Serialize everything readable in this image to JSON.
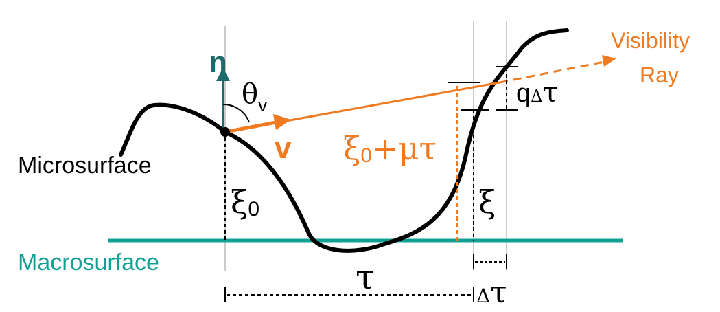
{
  "labels": {
    "normal": "n",
    "theta_sym": "θ",
    "theta_sub": "v",
    "view_vec": "v",
    "visibility": "Visibility",
    "ray": "Ray",
    "microsurface": "Microsurface",
    "macrosurface": "Macrosurface",
    "xi0_sym": "ξ",
    "xi0_sub": "0",
    "ray_xi_sym": "ξ",
    "ray_xi_sub": "0",
    "ray_plus": "+",
    "ray_mu_tau": "μτ",
    "xi": "ξ",
    "tau": "τ",
    "delta_tau_delta": "Δ",
    "delta_tau_tau": "τ",
    "q_label": "q",
    "q_delta": "Δ",
    "q_tau": "τ"
  },
  "colors": {
    "orange": "#F07A20",
    "teal": "#12A095",
    "normal": "#1F6B6B",
    "black": "#000000",
    "guide": "#999999"
  }
}
